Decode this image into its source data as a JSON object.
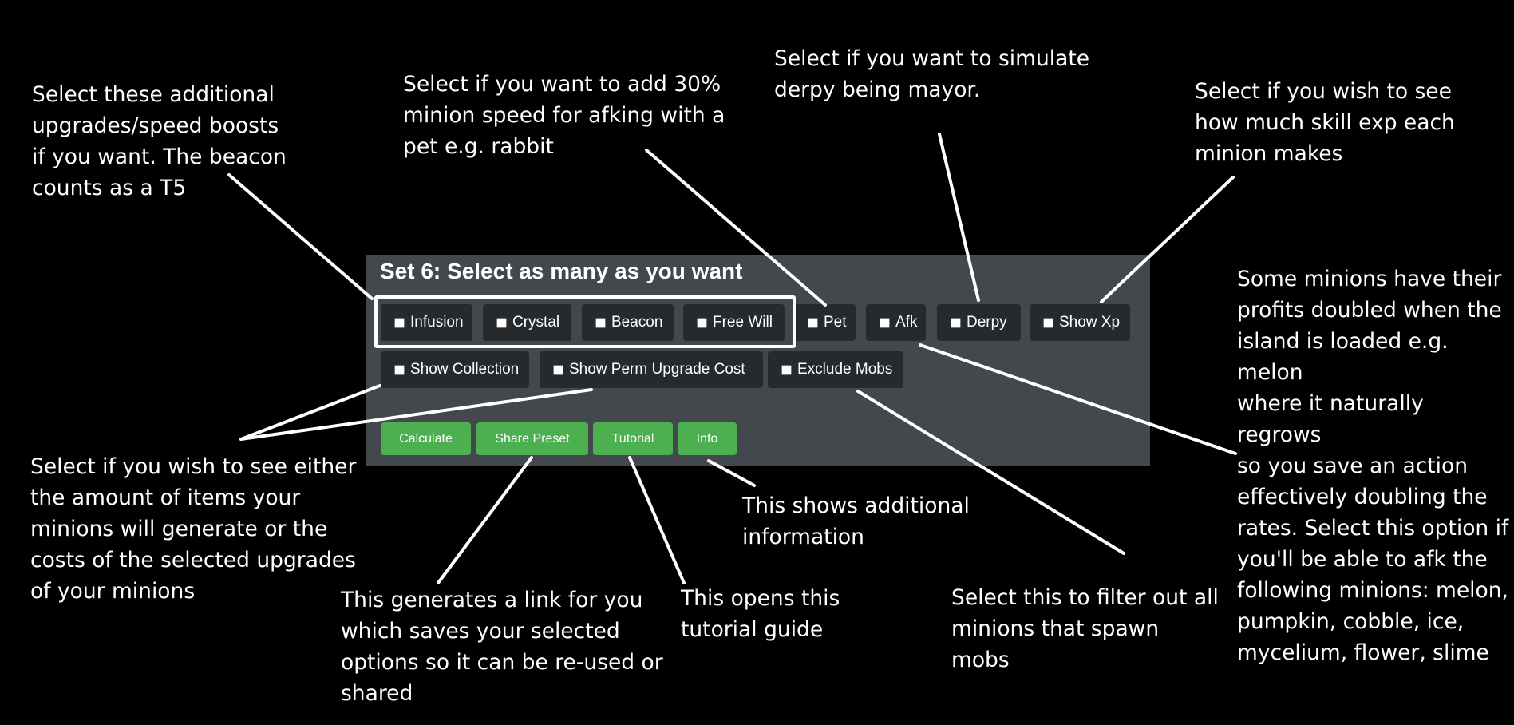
{
  "panel": {
    "title": "Set 6: Select as many as you want",
    "options_row1": [
      "Infusion",
      "Crystal",
      "Beacon",
      "Free Will",
      "Pet",
      "Afk",
      "Derpy",
      "Show Xp"
    ],
    "options_row2": [
      "Show Collection",
      "Show Perm Upgrade Cost",
      "Exclude Mobs"
    ],
    "buttons": [
      "Calculate",
      "Share Preset",
      "Tutorial",
      "Info"
    ]
  },
  "annotations": {
    "upgrades": "Select these additional\nupgrades/speed boosts\nif you want. The beacon\ncounts as a T5",
    "pet": "Select if you want to add 30%\nminion speed for afking with a\npet e.g. rabbit",
    "derpy": "Select if you want to simulate\nderpy being mayor.",
    "show_xp": "Select if you wish to see\nhow much skill exp each\nminion makes",
    "afk": "Some minions have their\nprofits doubled when the\nisland is loaded e.g. melon\nwhere it naturally regrows\nso you save an action\neffectively doubling the\nrates. Select this option if\nyou'll be able to afk the\nfollowing minions: melon,\npumpkin, cobble, ice,\nmycelium, flower, slime",
    "show_collection": "Select if you wish to see either\nthe amount of items your\nminions will generate or the\ncosts of the selected upgrades\nof your minions",
    "share_preset": "This generates a link for you\nwhich saves your selected\noptions so it can be re-used or\nshared",
    "tutorial": "This opens this\ntutorial guide",
    "info": "This shows additional\ninformation",
    "exclude_mobs": "Select this to filter out all\nminions that spawn\nmobs"
  },
  "colors": {
    "background": "#000000",
    "panel": "#43484c",
    "option": "#262a2d",
    "button": "#4caf50",
    "text": "#ffffff"
  }
}
